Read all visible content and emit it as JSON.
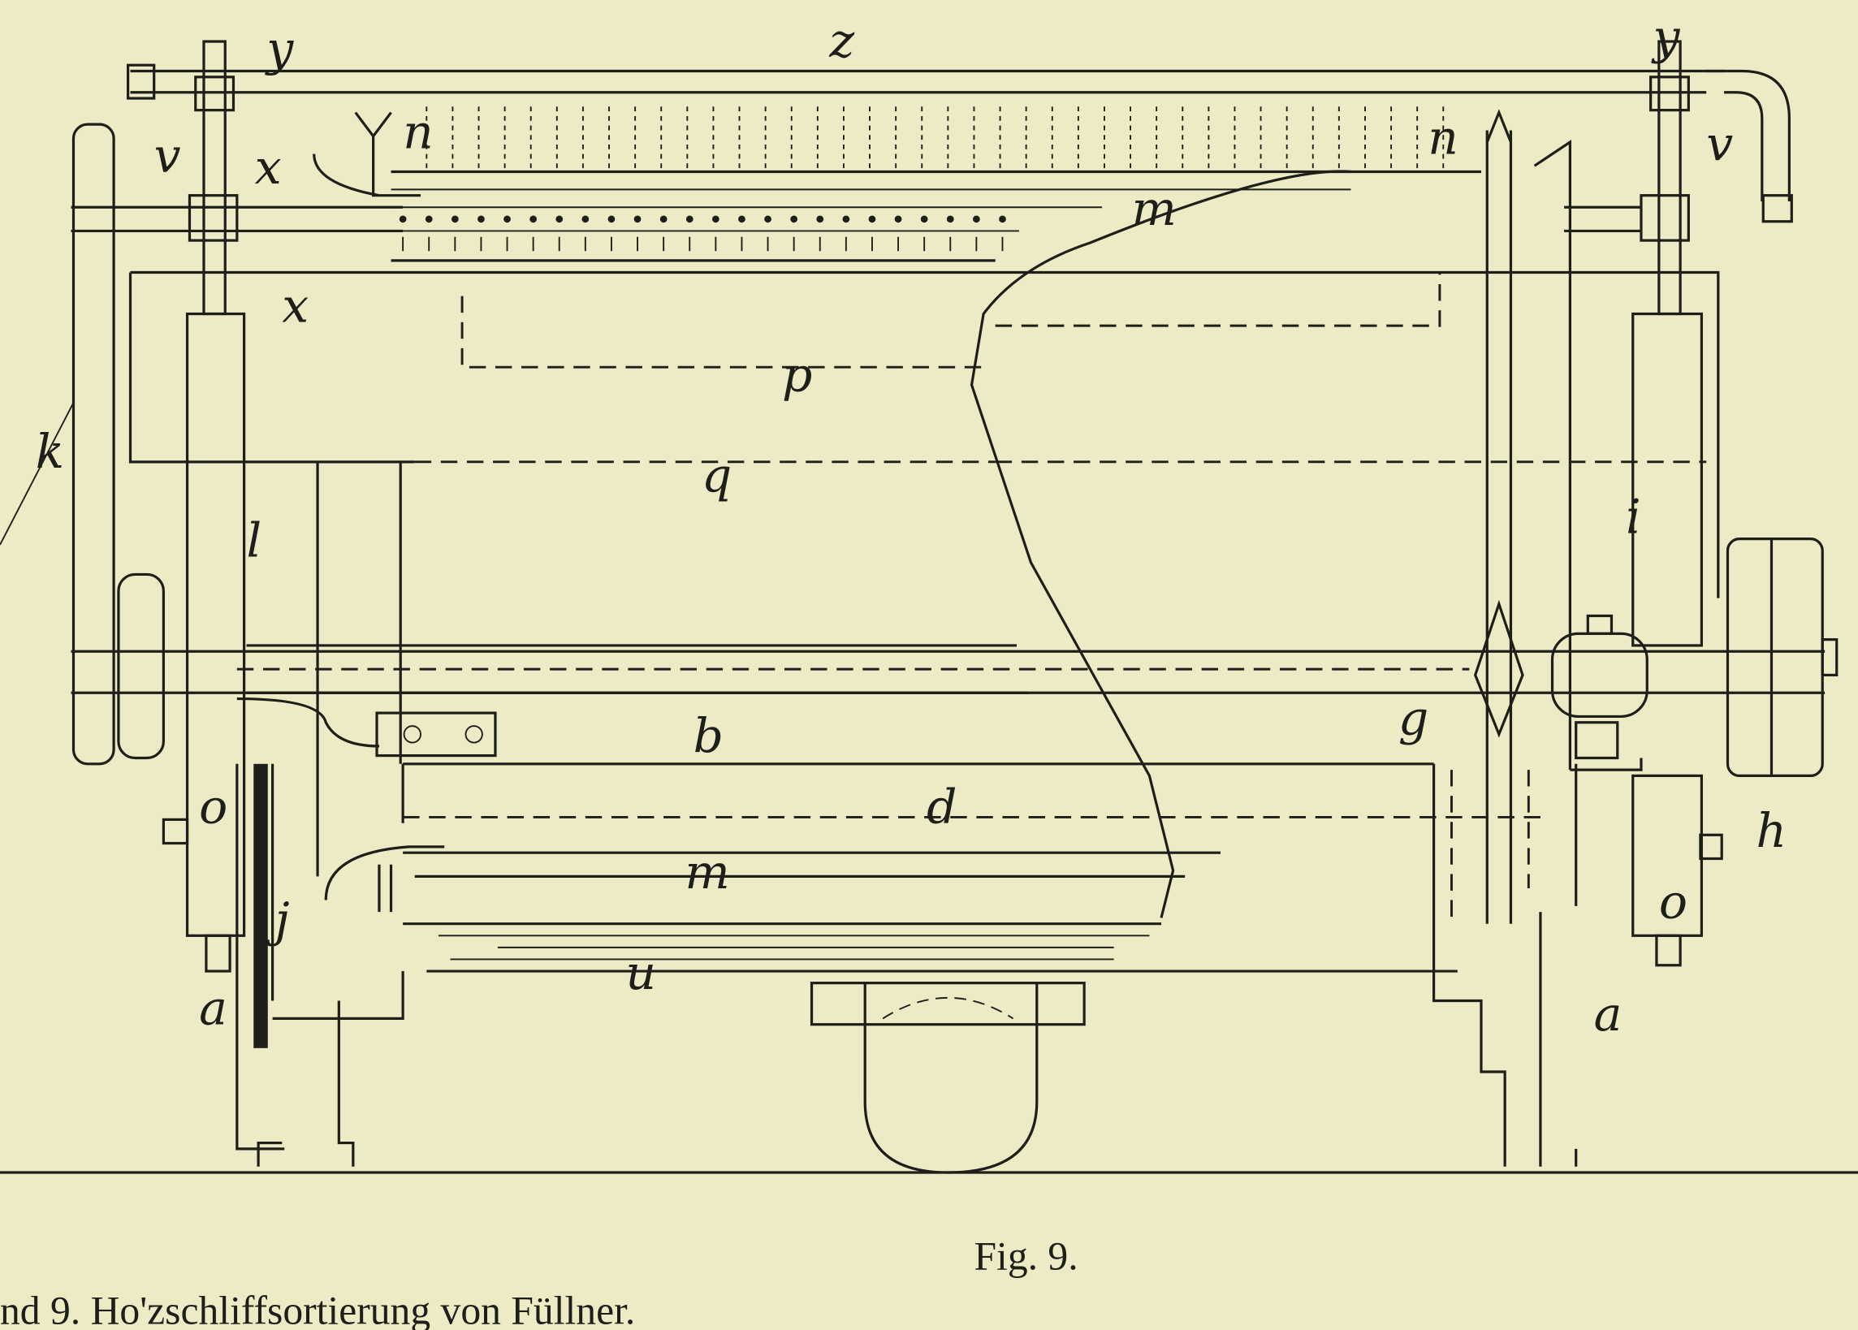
{
  "figure": {
    "caption_fig": "Fig. 9.",
    "caption_title": "nd 9.  Ho'zschliffsortierung von Füllner.",
    "labels": [
      {
        "id": "y-left",
        "text": "y"
      },
      {
        "id": "z",
        "text": "z"
      },
      {
        "id": "y-right",
        "text": "y"
      },
      {
        "id": "v-left",
        "text": "v"
      },
      {
        "id": "x-upper",
        "text": "x"
      },
      {
        "id": "n-left",
        "text": "n"
      },
      {
        "id": "n-right",
        "text": "n"
      },
      {
        "id": "v-right",
        "text": "v"
      },
      {
        "id": "m-upper",
        "text": "m"
      },
      {
        "id": "x-lower",
        "text": "x"
      },
      {
        "id": "p",
        "text": "p"
      },
      {
        "id": "k",
        "text": "k"
      },
      {
        "id": "q",
        "text": "q"
      },
      {
        "id": "l",
        "text": "l"
      },
      {
        "id": "i",
        "text": "i"
      },
      {
        "id": "g",
        "text": "g"
      },
      {
        "id": "b",
        "text": "b"
      },
      {
        "id": "d",
        "text": "d"
      },
      {
        "id": "h",
        "text": "h"
      },
      {
        "id": "o-left",
        "text": "o"
      },
      {
        "id": "o-right",
        "text": "o"
      },
      {
        "id": "m-lower",
        "text": "m"
      },
      {
        "id": "j",
        "text": "j"
      },
      {
        "id": "u",
        "text": "u"
      },
      {
        "id": "a-left",
        "text": "a"
      },
      {
        "id": "a-right",
        "text": "a"
      }
    ]
  }
}
